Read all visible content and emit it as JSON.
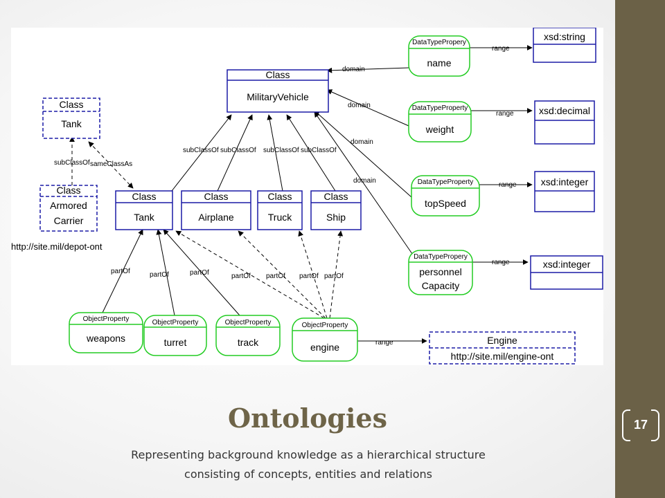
{
  "slide": {
    "title": "Ontologies",
    "subtitle_line1": "Representing background knowledge as a hierarchical structure",
    "subtitle_line2": "consisting of concepts, entities and relations",
    "page_number": "17"
  },
  "colors": {
    "class_border": "#1a1aa6",
    "property_border": "#22cc22",
    "sidebar": "#6b6147",
    "title": "#6e6448"
  },
  "diagram": {
    "main_class": {
      "tag": "Class",
      "name": "MilitaryVehicle"
    },
    "external_class": {
      "tag": "Class",
      "name": "Tank"
    },
    "armored_class": {
      "tag": "Class",
      "name_line1": "Armored",
      "name_line2": "Carrier"
    },
    "depot_uri": "http://site.mil/depot-ont",
    "subclasses": [
      {
        "tag": "Class",
        "name": "Tank"
      },
      {
        "tag": "Class",
        "name": "Airplane"
      },
      {
        "tag": "Class",
        "name": "Truck"
      },
      {
        "tag": "Class",
        "name": "Ship"
      }
    ],
    "datatype_properties": [
      {
        "tag": "DataTypePropery",
        "name": "name",
        "range": "xsd:string"
      },
      {
        "tag": "DataTypeProperty",
        "name": "weight",
        "range": "xsd:decimal"
      },
      {
        "tag": "DataTypeProperty",
        "name": "topSpeed",
        "range": "xsd:integer"
      },
      {
        "tag": "DataTypePropery",
        "name_line1": "personnel",
        "name_line2": "Capacity",
        "range": "xsd:integer"
      }
    ],
    "object_properties": [
      {
        "tag": "ObjectProperty",
        "name": "weapons"
      },
      {
        "tag": "ObjectProperty",
        "name": "turret"
      },
      {
        "tag": "ObjectProperty",
        "name": "track"
      },
      {
        "tag": "ObjectProperty",
        "name": "engine"
      }
    ],
    "engine_class": {
      "name": "Engine",
      "uri": "http://site.mil/engine-ont"
    },
    "edge_labels": {
      "domain": "domain",
      "range": "range",
      "subClassOf": "subClassOf",
      "sameClassAs": "sameClassAs",
      "partOf": "partOf"
    }
  }
}
